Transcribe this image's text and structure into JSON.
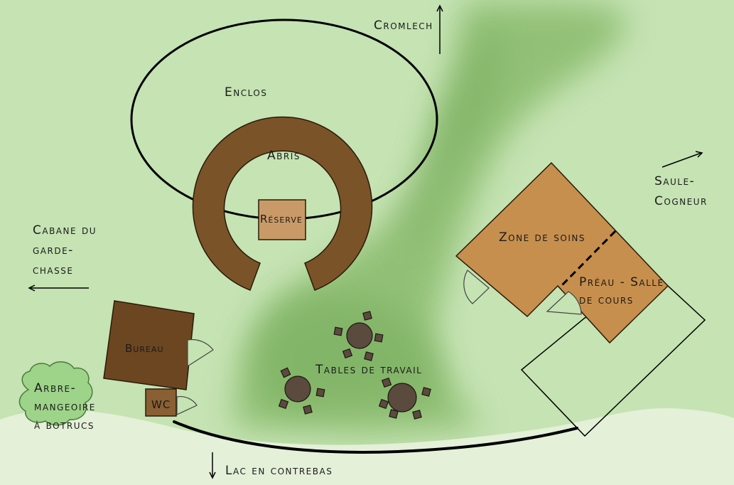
{
  "map": {
    "labels": {
      "cromlech": "Cromlech",
      "enclos": "Enclos",
      "abris": "Abris",
      "reserve": "Réserve",
      "saule_line1": "Saule-",
      "saule_line2": "Cogneur",
      "cabane_line1": "Cabane du",
      "cabane_line2": "garde-",
      "cabane_line3": "chasse",
      "zone_soins": "Zone de soins",
      "preau_line1": "Préau - Salle",
      "preau_line2": "de cours",
      "bureau": "Bureau",
      "wc": "WC",
      "tables": "Tables de travail",
      "arbre_line1": "Arbre-",
      "arbre_line2": "mangeoire",
      "arbre_line3": "à botrucs",
      "lac": "Lac en contrebas"
    },
    "colors": {
      "meadow": "#c5e3b3",
      "path": "#8fbf73",
      "lake_shore": "#e4f0d8",
      "shelter": "#7a5328",
      "building": "#c78f4d",
      "reserve": "#c99a68",
      "bureau": "#6b4621",
      "table": "#5b4a3e",
      "tree": "#9ed38a"
    }
  }
}
